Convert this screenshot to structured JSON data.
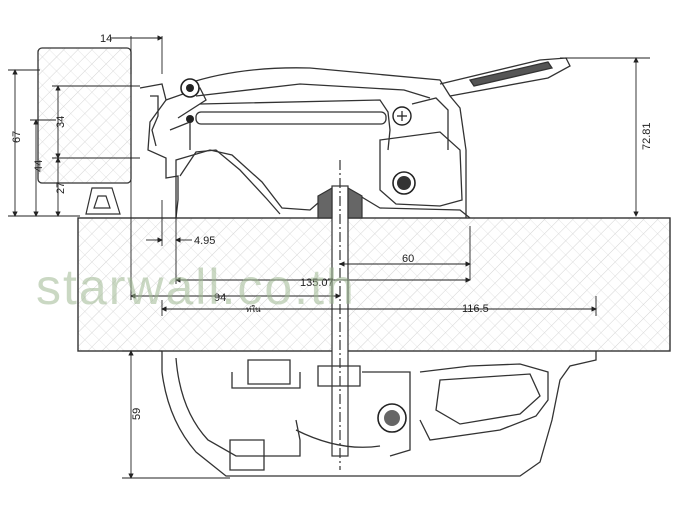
{
  "watermark": "starwall.co.th",
  "dimensions": {
    "d14": "14",
    "d67": "67",
    "d34": "34",
    "d44": "44",
    "d27": "27",
    "d4_95": "4.95",
    "d60": "60",
    "d135": "135.07",
    "d94": "94",
    "d116": "116.5",
    "d72": "72.81",
    "d59": "59",
    "hinge_note": "ท่ใน"
  }
}
